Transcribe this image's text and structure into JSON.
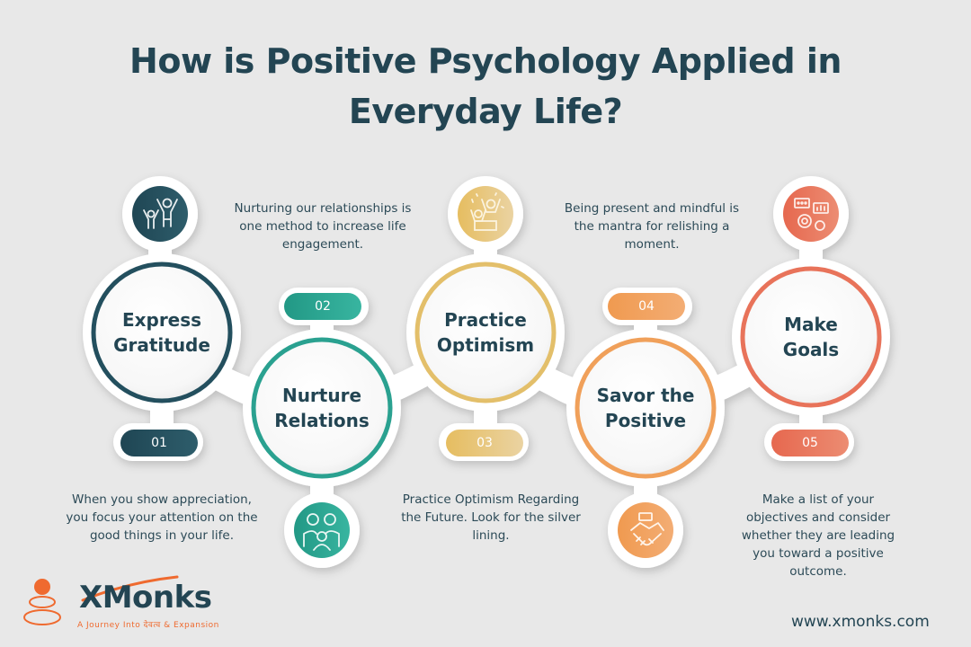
{
  "title": {
    "line1": "How is Positive Psychology Applied in",
    "line2": "Everyday Life?"
  },
  "steps": [
    {
      "number": "01",
      "label_line1": "Express",
      "label_line2": "Gratitude",
      "description": "When you show appreciation, you focus your attention on the good things in your life.",
      "icon": "celebrating-people-icon",
      "color": "#234f5e"
    },
    {
      "number": "02",
      "label_line1": "Nurture",
      "label_line2": "Relations",
      "description": "Nurturing our relationships is one method to increase life engagement.",
      "icon": "family-icon",
      "color": "#2aa190"
    },
    {
      "number": "03",
      "label_line1": "Practice",
      "label_line2": "Optimism",
      "description": "Practice Optimism Regarding the Future. Look for the silver lining.",
      "icon": "winners-podium-icon",
      "color": "#e3bf6a"
    },
    {
      "number": "04",
      "label_line1": "Savor the",
      "label_line2": "Positive",
      "description": "Being present and mindful is the mantra for relishing a moment.",
      "icon": "handshake-icon",
      "color": "#f0a05a"
    },
    {
      "number": "05",
      "label_line1": "Make",
      "label_line2": "Goals",
      "description": "Make a list of your objectives and consider whether they are leading you toward a positive outcome.",
      "icon": "gear-chat-chart-icon",
      "color": "#e8735a"
    }
  ],
  "footer": {
    "logo_name": "Monks",
    "logo_prefix": "X",
    "tagline": "A Journey Into देवत्व & Expansion",
    "url": "www.xmonks.com"
  }
}
